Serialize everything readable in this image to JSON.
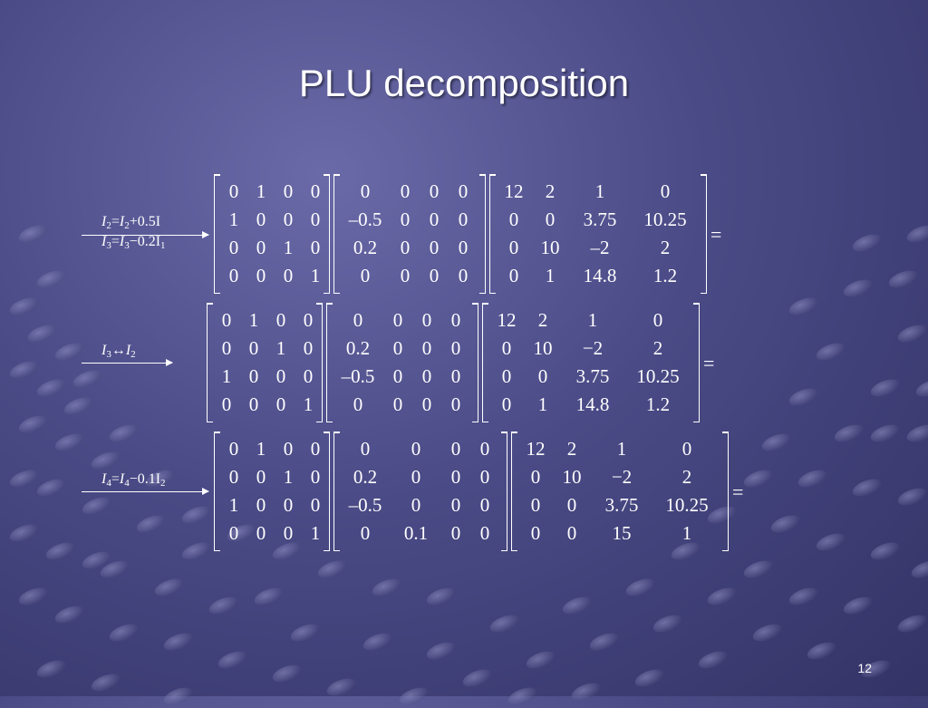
{
  "slide": {
    "title": "PLU decomposition",
    "page_number": "12"
  },
  "steps": [
    {
      "op": {
        "line1": {
          "v1": "I",
          "s1": "2",
          "eq": "=",
          "v2": "I",
          "s2": "2",
          "rest": "+0.5I",
          "s3": ""
        },
        "line2": {
          "v1": "I",
          "s1": "3",
          "eq": "=",
          "v2": "I",
          "s2": "3",
          "rest": "−0.2I",
          "s3": "1"
        }
      },
      "P": [
        [
          "0",
          "1",
          "0",
          "0"
        ],
        [
          "1",
          "0",
          "0",
          "0"
        ],
        [
          "0",
          "0",
          "1",
          "0"
        ],
        [
          "0",
          "0",
          "0",
          "1"
        ]
      ],
      "L": [
        [
          "0",
          "0",
          "0",
          "0"
        ],
        [
          "–0.5",
          "0",
          "0",
          "0"
        ],
        [
          "0.2",
          "0",
          "0",
          "0"
        ],
        [
          "0",
          "0",
          "0",
          "0"
        ]
      ],
      "U": [
        [
          "12",
          "2",
          "1",
          "0"
        ],
        [
          "0",
          "0",
          "3.75",
          "10.25"
        ],
        [
          "0",
          "10",
          "–2",
          "2"
        ],
        [
          "0",
          "1",
          "14.8",
          "1.2"
        ]
      ],
      "equals": "="
    },
    {
      "op": {
        "line1": {
          "v1": "I",
          "s1": "3",
          "eq": "↔",
          "v2": "I",
          "s2": "2",
          "rest": "",
          "s3": ""
        }
      },
      "P": [
        [
          "0",
          "1",
          "0",
          "0"
        ],
        [
          "0",
          "0",
          "1",
          "0"
        ],
        [
          "1",
          "0",
          "0",
          "0"
        ],
        [
          "0",
          "0",
          "0",
          "1"
        ]
      ],
      "L": [
        [
          "0",
          "0",
          "0",
          "0"
        ],
        [
          "0.2",
          "0",
          "0",
          "0"
        ],
        [
          "–0.5",
          "0",
          "0",
          "0"
        ],
        [
          "0",
          "0",
          "0",
          "0"
        ]
      ],
      "U": [
        [
          "12",
          "2",
          "1",
          "0"
        ],
        [
          "0",
          "10",
          "−2",
          "2"
        ],
        [
          "0",
          "0",
          "3.75",
          "10.25"
        ],
        [
          "0",
          "1",
          "14.8",
          "1.2"
        ]
      ],
      "equals": "="
    },
    {
      "op": {
        "line1": {
          "v1": "I",
          "s1": "4",
          "eq": "=",
          "v2": "I",
          "s2": "4",
          "rest": "−0.1I",
          "s3": "2"
        }
      },
      "P": [
        [
          "0",
          "1",
          "0",
          "0"
        ],
        [
          "0",
          "0",
          "1",
          "0"
        ],
        [
          "1",
          "0",
          "0",
          "0"
        ],
        [
          "0",
          "0",
          "0",
          "1"
        ]
      ],
      "L": [
        [
          "0",
          "0",
          "0",
          "0"
        ],
        [
          "0.2",
          "0",
          "0",
          "0"
        ],
        [
          "–0.5",
          "0",
          "0",
          "0"
        ],
        [
          "0",
          "0.1",
          "0",
          "0"
        ]
      ],
      "U": [
        [
          "12",
          "2",
          "1",
          "0"
        ],
        [
          "0",
          "10",
          "−2",
          "2"
        ],
        [
          "0",
          "0",
          "3.75",
          "10.25"
        ],
        [
          "0",
          "0",
          "15",
          "1"
        ]
      ],
      "equals": "="
    }
  ]
}
